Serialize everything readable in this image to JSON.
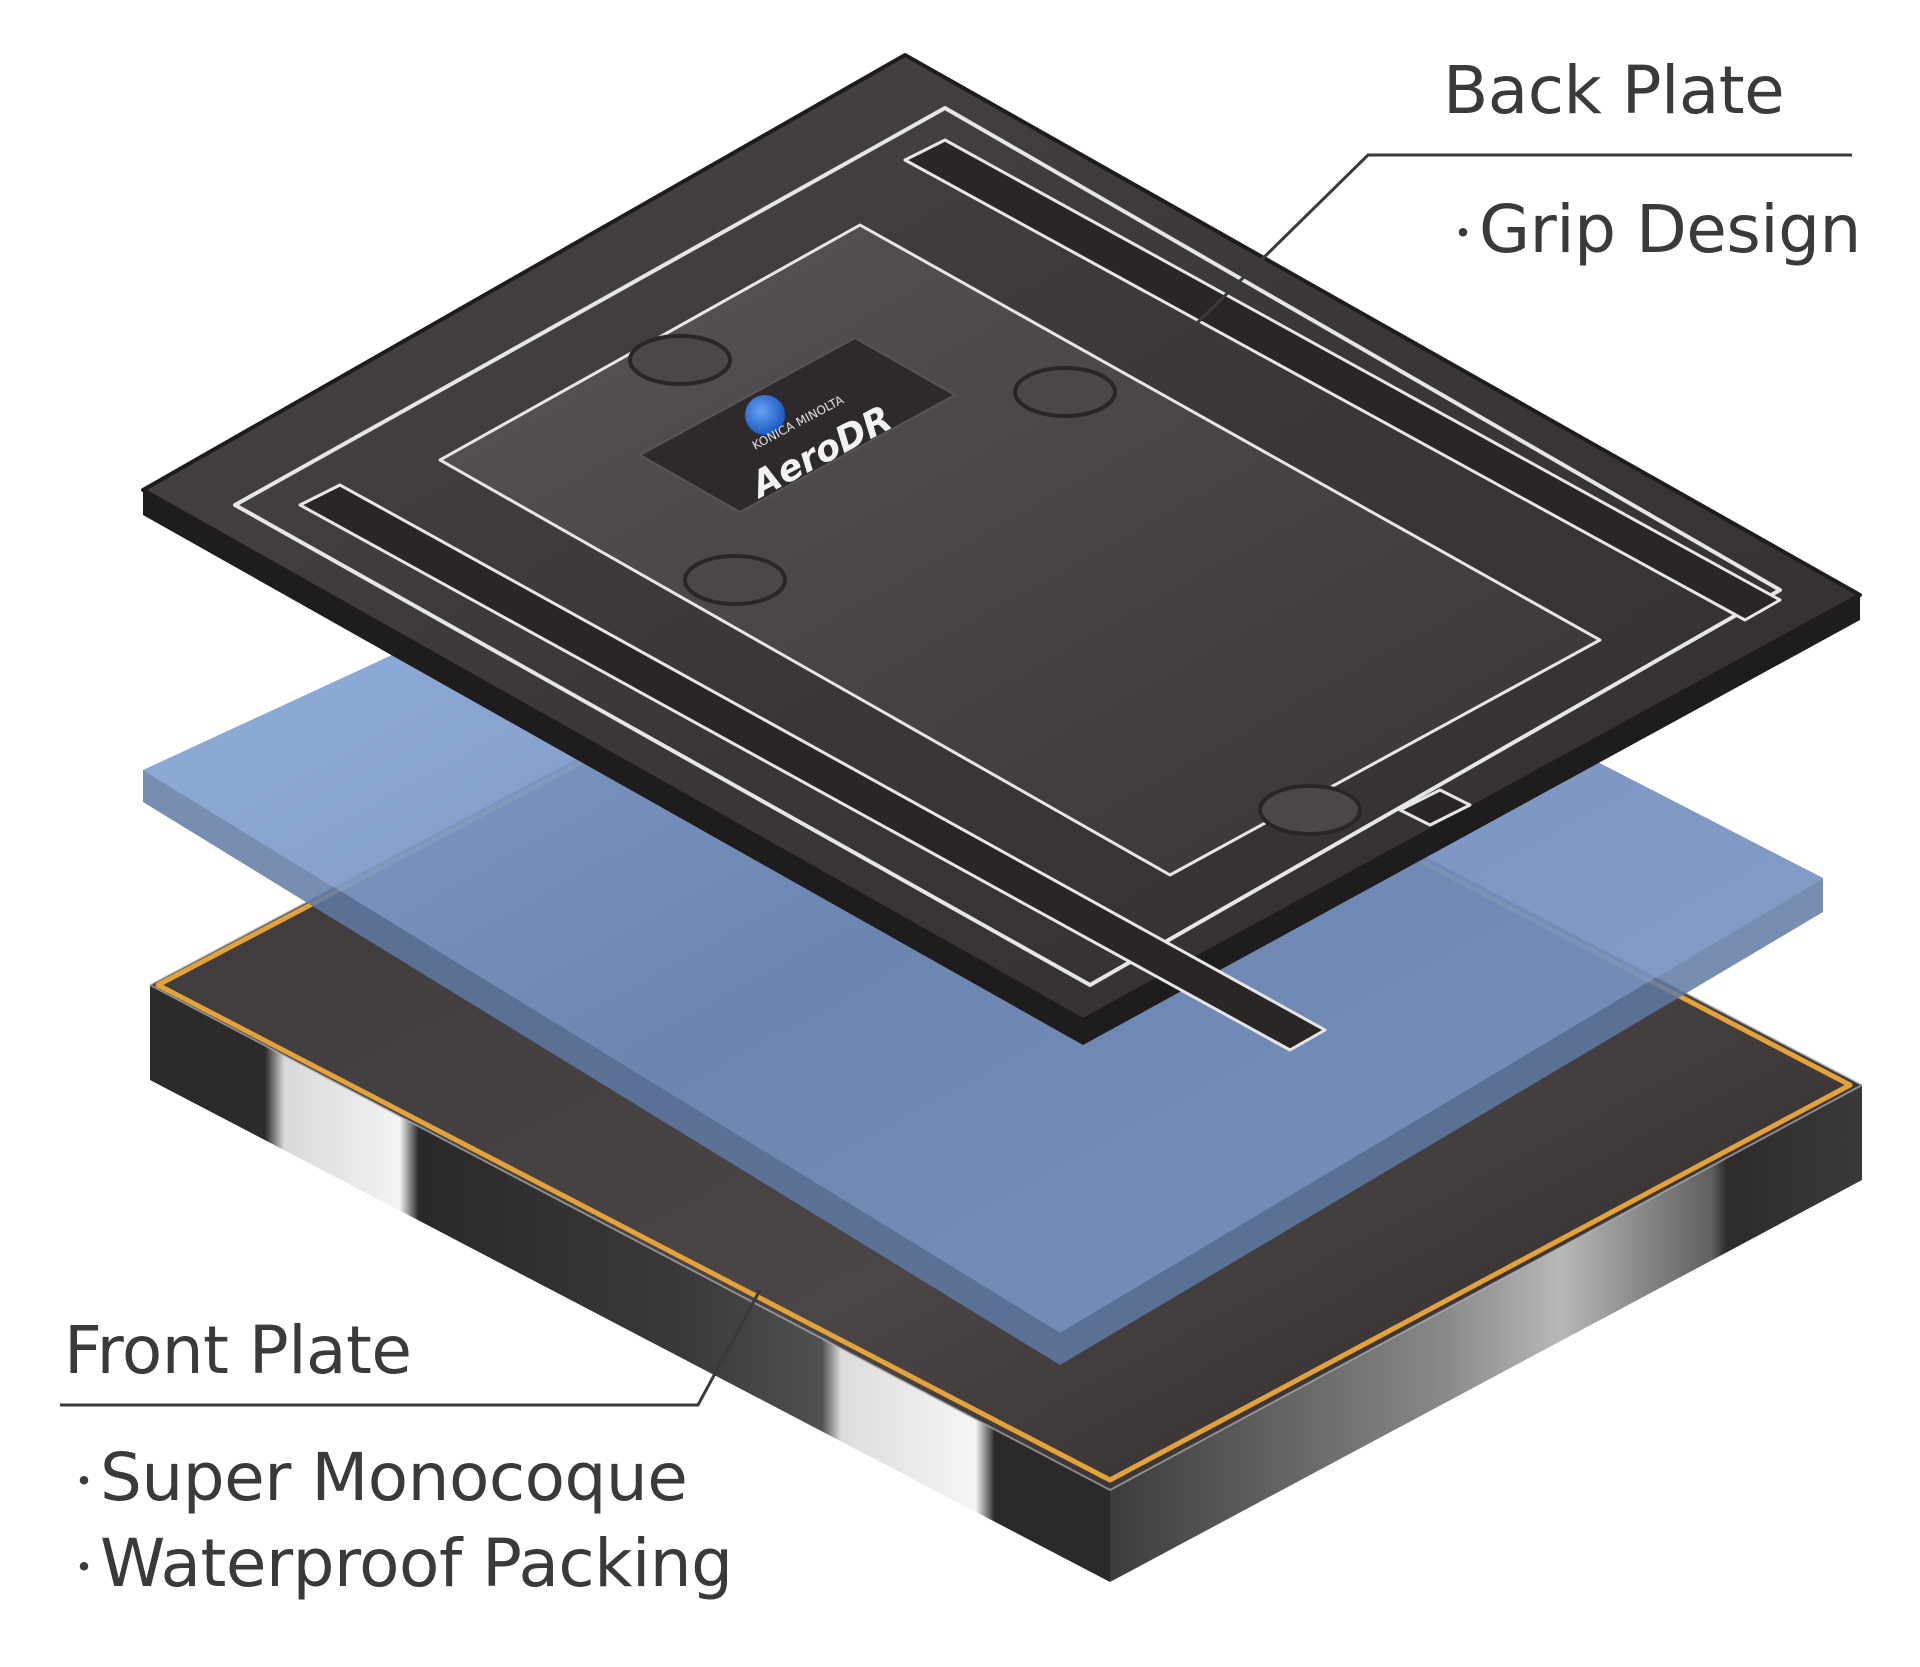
{
  "back_plate": {
    "title": "Back Plate",
    "features": [
      "Grip Design"
    ]
  },
  "front_plate": {
    "title": "Front Plate",
    "features": [
      "Super Monocoque",
      "Waterproof Packing"
    ]
  },
  "logo": {
    "brand": "KONICA MINOLTA",
    "product": "AeroDR"
  },
  "bullet_glyph": "・",
  "colors": {
    "plate_dark": "#3a3637",
    "plate_edge": "#1f1c1d",
    "panel_blue": "#6f8cba",
    "gasket_orange": "#e3a23a",
    "text": "#3a3a3a",
    "brand_blue": "#1a5bc4"
  }
}
